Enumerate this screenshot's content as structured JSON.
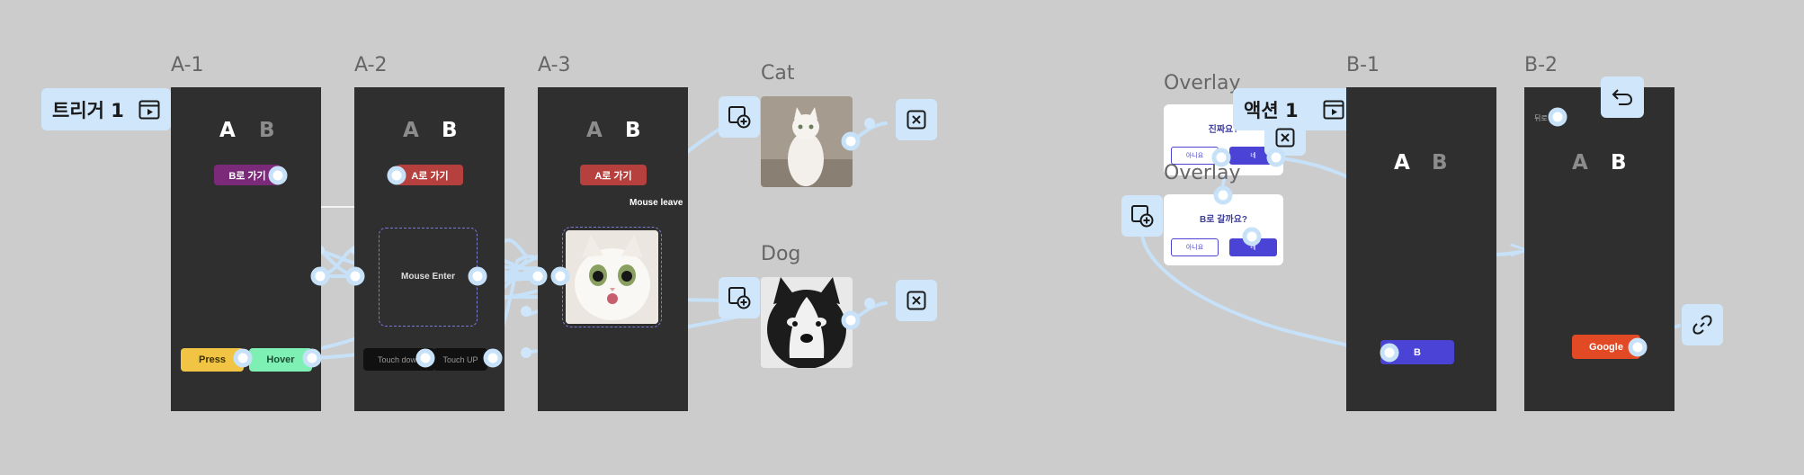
{
  "frames": {
    "a1": {
      "title": "A-1",
      "tab_a": "A",
      "tab_b": "B"
    },
    "a2": {
      "title": "A-2",
      "tab_a": "A",
      "tab_b": "B"
    },
    "a3": {
      "title": "A-3",
      "tab_a": "A",
      "tab_b": "B"
    },
    "b1": {
      "title": "B-1",
      "tab_a": "A",
      "tab_b": "B"
    },
    "b2": {
      "title": "B-2",
      "tab_a": "A",
      "tab_b": "B"
    }
  },
  "a1": {
    "goto_b_label": "B로 가기",
    "press_label": "Press",
    "hover_label": "Hover"
  },
  "a2": {
    "goto_a_label": "A로 가기",
    "mouse_enter_label": "Mouse Enter",
    "touch_down_label": "Touch down",
    "touch_up_label": "Touch UP"
  },
  "a3": {
    "goto_a_label": "A로 가기",
    "mouse_leave_label": "Mouse leave"
  },
  "trigger_pill": {
    "label": "트리거 1"
  },
  "action_pill": {
    "label": "액션 1"
  },
  "cat_card": {
    "title": "Cat"
  },
  "dog_card": {
    "title": "Dog"
  },
  "overlay1": {
    "title": "Overlay",
    "question": "진짜요?",
    "no_label": "아니요",
    "yes_label": "네"
  },
  "overlay2": {
    "title": "Overlay",
    "question": "B로 갈까요?",
    "no_label": "아니요",
    "yes_label": "네"
  },
  "b1": {
    "b_button_label": "B"
  },
  "b2": {
    "back_label": "뒤로",
    "google_label": "Google"
  },
  "colors": {
    "canvas": "#cccccc",
    "frame": "#2f2f2f",
    "connector": "#c6e1f8",
    "purple": "#7a2a79",
    "red": "#b5403e",
    "yellow": "#f2c444",
    "mint": "#7ff0b4",
    "indigo": "#4a43d6",
    "orange": "#e24a26",
    "pill": "#cfe6fb"
  },
  "icons": [
    "open-frame-icon",
    "add-overlay-icon",
    "close-icon",
    "back-arrow-icon",
    "link-icon"
  ]
}
